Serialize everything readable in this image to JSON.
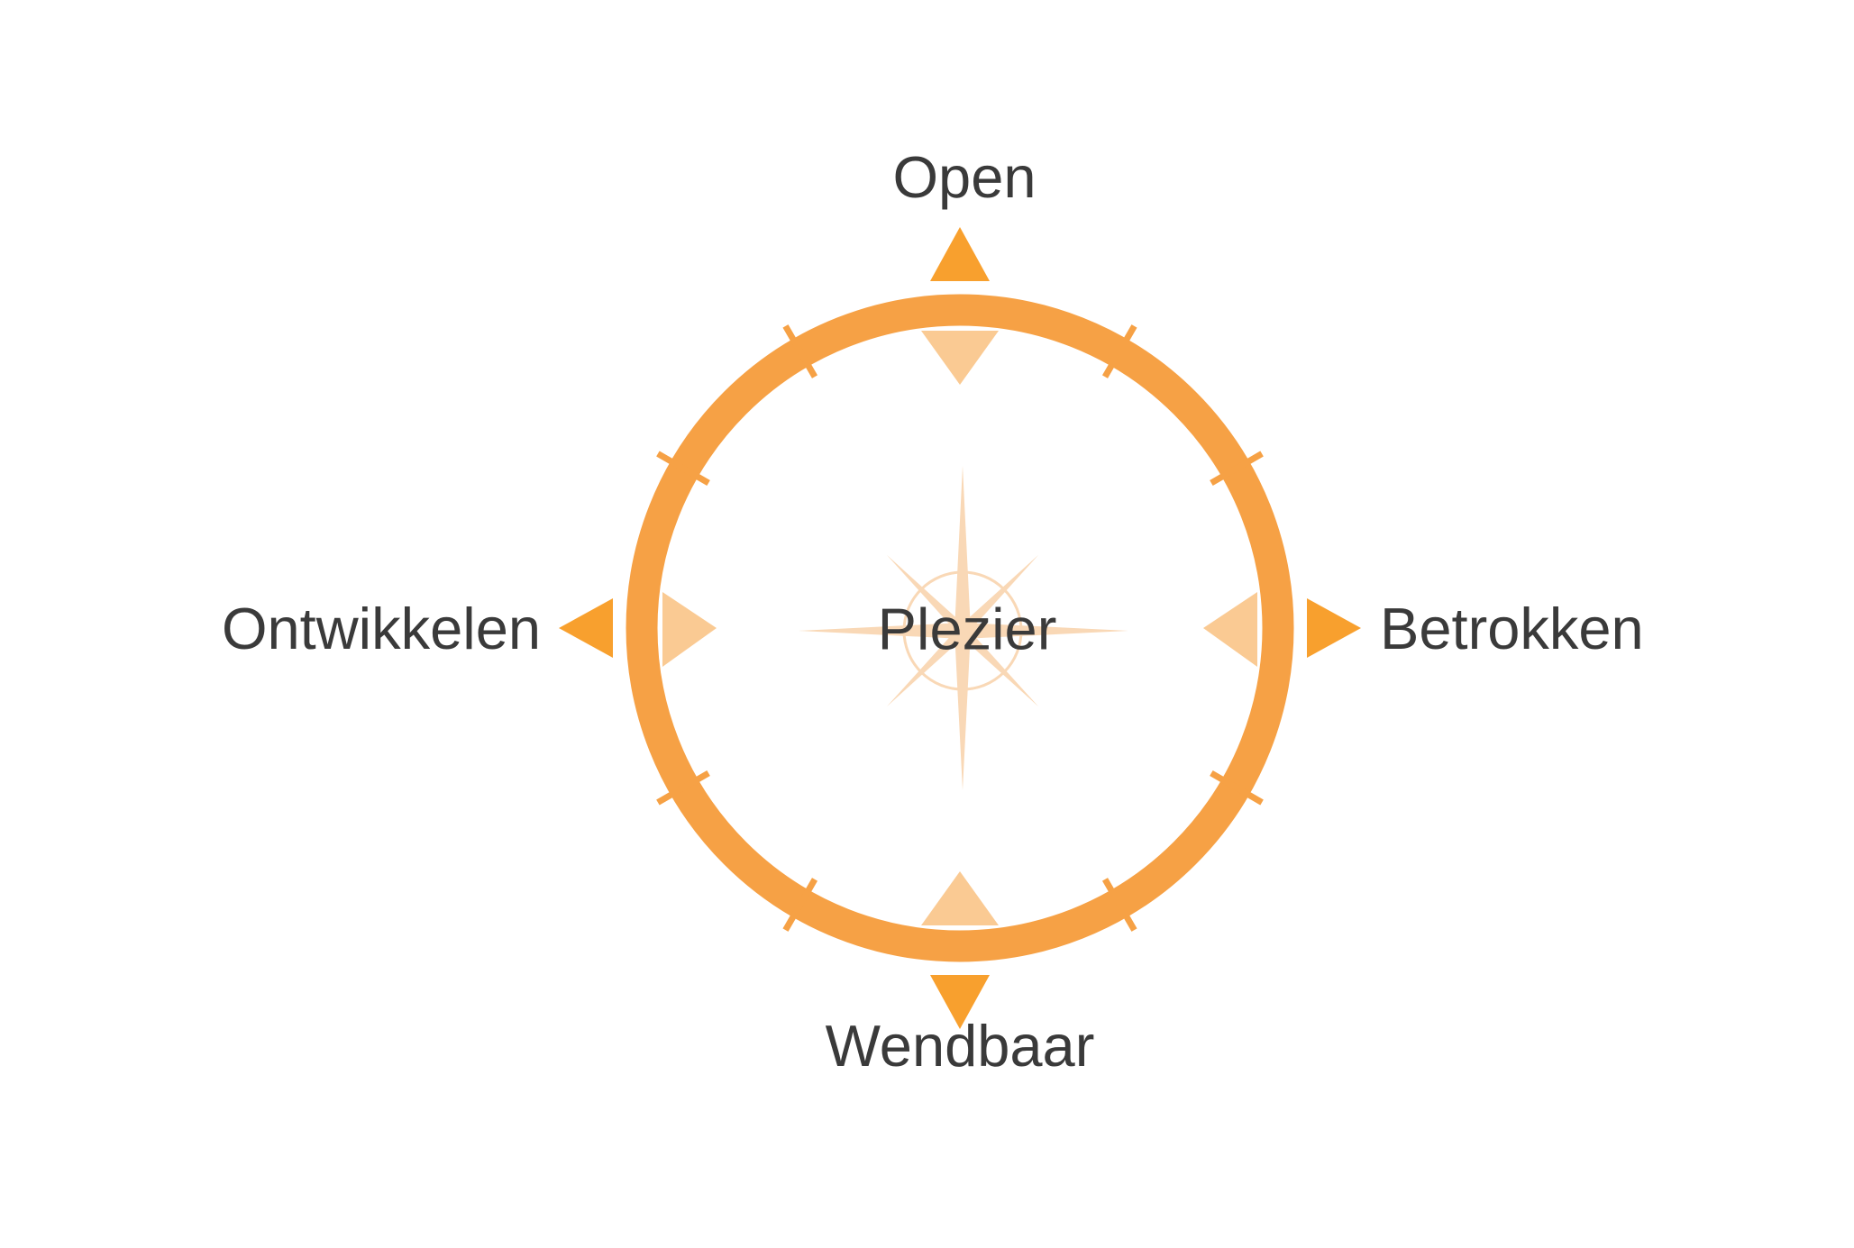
{
  "diagram": {
    "name": "kompas-diagram",
    "center": {
      "label": "Plezier"
    },
    "directions": {
      "north": {
        "label": "Open"
      },
      "east": {
        "label": "Betrokken"
      },
      "south": {
        "label": "Wendbaar"
      },
      "west": {
        "label": "Ontwikkelen"
      }
    },
    "icons": {
      "outer_arrows": "solid orange triangles pointing outward at N, E, S, W",
      "inner_arrows": "pale orange triangles pointing inward at N, E, S, W",
      "center_icon": "compass-rose",
      "tick_count": 8
    }
  },
  "colors": {
    "background": "#FFFFFF",
    "ring": "#F6A145",
    "tick": "#F6A145",
    "arrow-outer": "#F8A02E",
    "arrow-inner": "#FACA93",
    "rose": "#F9D8B6",
    "text": "#3A3A3A"
  }
}
